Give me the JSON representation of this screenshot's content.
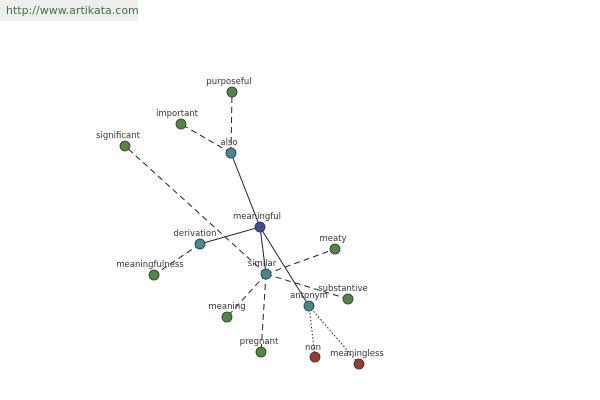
{
  "banner": {
    "url": "http://www.artikata.com"
  },
  "colors": {
    "center": "#3b4fa0",
    "relation": "#3f8e8e",
    "synonym": "#4e8a3c",
    "antonym": "#9a3a32"
  },
  "graph": {
    "nodes": [
      {
        "id": "meaningful",
        "label": "meaningful",
        "kind": "center"
      },
      {
        "id": "also",
        "label": "also",
        "kind": "relation"
      },
      {
        "id": "derivation",
        "label": "derivation",
        "kind": "relation"
      },
      {
        "id": "similar",
        "label": "similar",
        "kind": "relation"
      },
      {
        "id": "antonym",
        "label": "antonym",
        "kind": "relation"
      },
      {
        "id": "purposeful",
        "label": "purposeful",
        "kind": "synonym"
      },
      {
        "id": "important",
        "label": "important",
        "kind": "synonym"
      },
      {
        "id": "significant",
        "label": "significant",
        "kind": "synonym"
      },
      {
        "id": "meaningfulness",
        "label": "meaningfulness",
        "kind": "synonym"
      },
      {
        "id": "meaty",
        "label": "meaty",
        "kind": "synonym"
      },
      {
        "id": "substantive",
        "label": "substantive",
        "kind": "synonym"
      },
      {
        "id": "meaning",
        "label": "meaning",
        "kind": "synonym"
      },
      {
        "id": "pregnant",
        "label": "pregnant",
        "kind": "synonym"
      },
      {
        "id": "non",
        "label": "non",
        "kind": "antonym"
      },
      {
        "id": "meaningless",
        "label": "meaningless",
        "kind": "antonym"
      }
    ],
    "edges": [
      {
        "from": "meaningful",
        "to": "also",
        "style": "solid"
      },
      {
        "from": "meaningful",
        "to": "derivation",
        "style": "solid"
      },
      {
        "from": "meaningful",
        "to": "similar",
        "style": "solid"
      },
      {
        "from": "meaningful",
        "to": "antonym",
        "style": "solid"
      },
      {
        "from": "also",
        "to": "purposeful",
        "style": "dashed"
      },
      {
        "from": "also",
        "to": "important",
        "style": "dashed"
      },
      {
        "from": "similar",
        "to": "significant",
        "style": "dashed"
      },
      {
        "from": "derivation",
        "to": "meaningfulness",
        "style": "dashed"
      },
      {
        "from": "similar",
        "to": "meaty",
        "style": "dashed"
      },
      {
        "from": "similar",
        "to": "substantive",
        "style": "dashed"
      },
      {
        "from": "similar",
        "to": "meaning",
        "style": "dashed"
      },
      {
        "from": "similar",
        "to": "pregnant",
        "style": "dashed"
      },
      {
        "from": "antonym",
        "to": "non",
        "style": "dotted"
      },
      {
        "from": "antonym",
        "to": "meaningless",
        "style": "dotted"
      }
    ]
  }
}
